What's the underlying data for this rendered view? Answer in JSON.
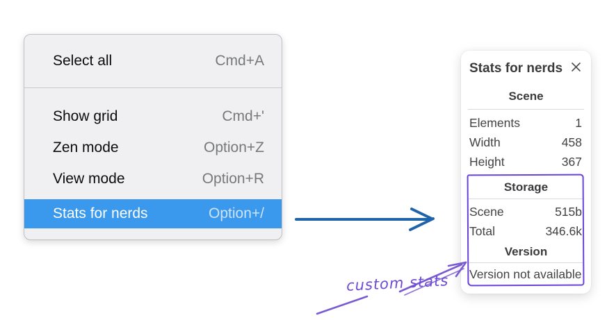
{
  "menu": {
    "items": [
      {
        "label": "Select all",
        "shortcut": "Cmd+A",
        "selected": false
      },
      {
        "label": "Show grid",
        "shortcut": "Cmd+'",
        "selected": false
      },
      {
        "label": "Zen mode",
        "shortcut": "Option+Z",
        "selected": false
      },
      {
        "label": "View mode",
        "shortcut": "Option+R",
        "selected": false
      },
      {
        "label": "Stats for nerds",
        "shortcut": "Option+/",
        "selected": true
      }
    ],
    "colors": {
      "highlight": "#3b99ed"
    }
  },
  "panel": {
    "title": "Stats for nerds",
    "sections": {
      "scene": {
        "heading": "Scene",
        "rows": [
          {
            "label": "Elements",
            "value": "1"
          },
          {
            "label": "Width",
            "value": "458"
          },
          {
            "label": "Height",
            "value": "367"
          }
        ]
      },
      "storage": {
        "heading": "Storage",
        "rows": [
          {
            "label": "Scene",
            "value": "515b"
          },
          {
            "label": "Total",
            "value": "346.6k"
          }
        ]
      },
      "version": {
        "heading": "Version",
        "note": "Version not available"
      }
    }
  },
  "annotation": {
    "label": "custom stats",
    "color": "#6d4ad3",
    "box_color": "#6741d9"
  },
  "flow_arrow": {
    "color": "#1f64ab"
  }
}
